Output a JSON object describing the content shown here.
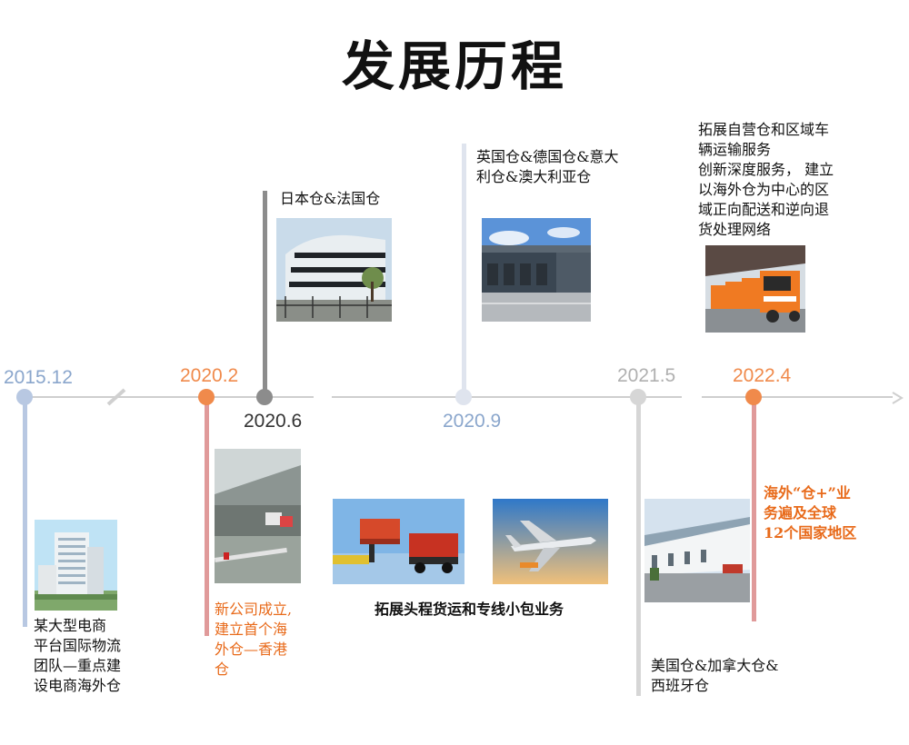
{
  "title": "发展历程",
  "colors": {
    "blue": "#b8c8e2",
    "blue_text": "#8aa6cc",
    "orange": "#f08a4b",
    "orange_text": "#e86a1a",
    "red_bar": "#e09a9a",
    "dark_gray": "#8c8c8c",
    "light_gray": "#d6d6d6",
    "axis": "#cfcfcf"
  },
  "milestones": [
    {
      "date": "2015.12",
      "lines": [
        "某大型电商",
        "平台国际物流",
        "团队—重点建",
        "设电商海外仓"
      ]
    },
    {
      "date": "2020.2",
      "lines": [
        "新公司成立,",
        "建立首个海",
        "外仓—香港",
        "仓"
      ]
    },
    {
      "date": "2020.6",
      "lines": [
        "日本仓&法国仓"
      ]
    },
    {
      "date": "2020.9",
      "lines": [
        "英国仓&德国仓&意大",
        "利仓&澳大利亚仓"
      ]
    },
    {
      "date": "2021.5",
      "lines": [
        "美国仓&加拿大仓&",
        "西班牙仓"
      ]
    },
    {
      "date": "2022.4",
      "lines": [
        "海外“仓+”业",
        "务遍及全球",
        "12个国家地区"
      ]
    }
  ],
  "extension": {
    "lines": [
      "拓展自营仓和区域车",
      "辆运输服务",
      "创新深度服务， 建立",
      "以海外仓为中心的区",
      "域正向配送和逆向退",
      "货处理网络"
    ]
  },
  "freight_caption": "拓展头程货运和专线小包业务",
  "icons": {
    "photo_2015": "office-tower-photo",
    "photo_2020_2": "hong-kong-warehouse-photo",
    "photo_2020_6": "japan-warehouse-photo",
    "photo_2020_9": "europe-warehouse-photo",
    "photo_freight_truck": "container-truck-photo",
    "photo_freight_plane": "cargo-plane-photo",
    "photo_2021_5": "us-warehouse-photo",
    "photo_trucks": "orange-truck-fleet-photo",
    "break": "axis-break-icon",
    "arrow": "axis-arrow-icon"
  }
}
